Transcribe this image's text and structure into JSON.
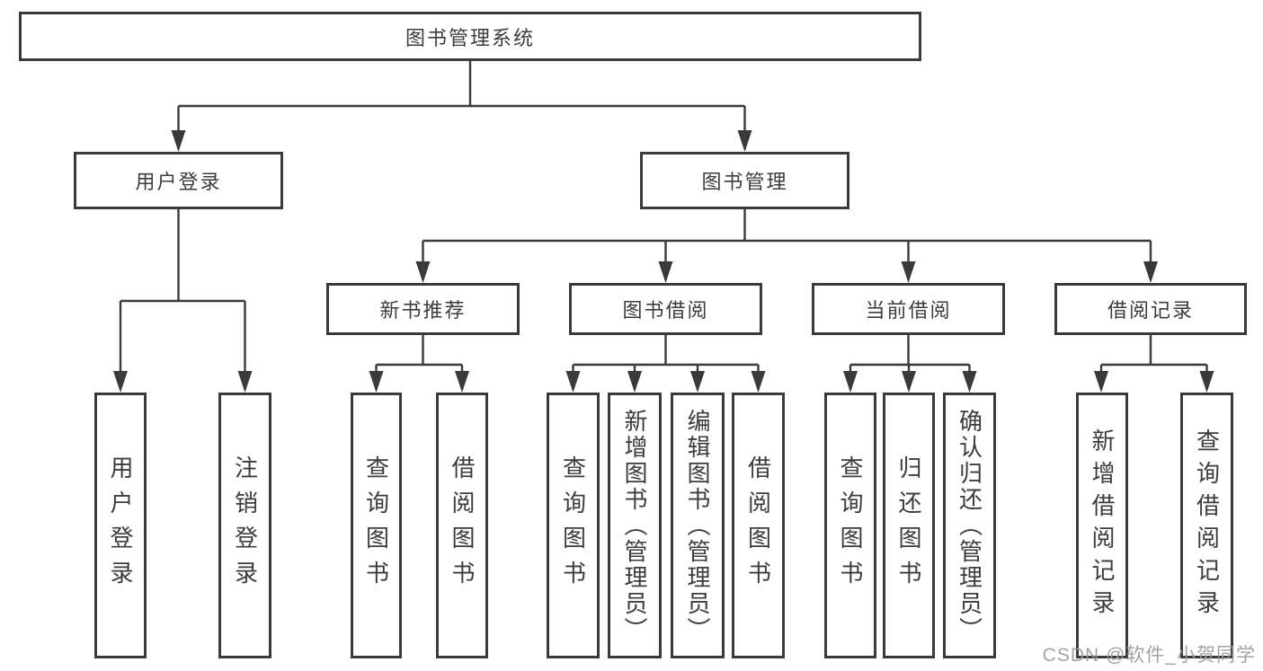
{
  "diagram": {
    "root": {
      "label": "图书管理系统"
    },
    "level2": [
      {
        "label": "用户登录"
      },
      {
        "label": "图书管理"
      }
    ],
    "level3": [
      {
        "label": "新书推荐"
      },
      {
        "label": "图书借阅"
      },
      {
        "label": "当前借阅"
      },
      {
        "label": "借阅记录"
      }
    ],
    "leaves": [
      {
        "label": "用户登录"
      },
      {
        "label": "注销登录"
      },
      {
        "label": "查询图书"
      },
      {
        "label": "借阅图书"
      },
      {
        "label": "查询图书"
      },
      {
        "label": "新增图书（管理员）"
      },
      {
        "label": "编辑图书（管理员）"
      },
      {
        "label": "借阅图书"
      },
      {
        "label": "查询图书"
      },
      {
        "label": "归还图书"
      },
      {
        "label": "确认归还（管理员）"
      },
      {
        "label": "新增借阅记录"
      },
      {
        "label": "查询借阅记录"
      }
    ]
  },
  "watermark": "CSDN @软件_小贺同学",
  "colors": {
    "line": "#3a3a3a",
    "text": "#3c3c3c",
    "watermark": "#9b9b9b",
    "background": "#ffffff"
  }
}
